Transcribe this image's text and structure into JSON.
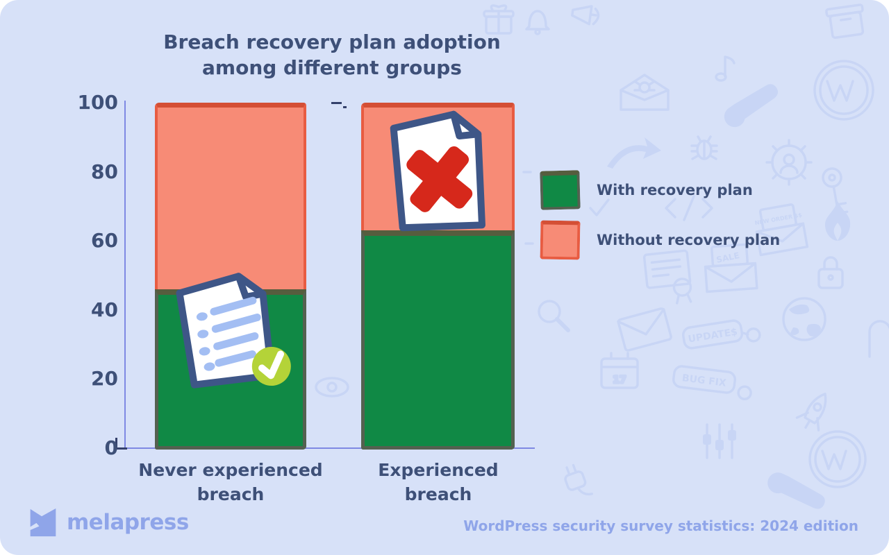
{
  "title": {
    "line1": "Breach recovery plan adoption",
    "line2": "among different groups"
  },
  "chart_data": {
    "type": "bar",
    "stacked": true,
    "units": "percent",
    "categories": [
      "Never experienced breach",
      "Experienced breach"
    ],
    "series": [
      {
        "name": "With recovery plan",
        "color": "#108945",
        "values": [
          46,
          63
        ]
      },
      {
        "name": "Without recovery plan",
        "color": "#f78b76",
        "values": [
          54,
          37
        ]
      }
    ],
    "xlabel": "",
    "ylabel": "",
    "ylim": [
      0,
      100
    ],
    "yticks": [
      0,
      20,
      40,
      60,
      80,
      100
    ],
    "grid": false,
    "legend_position": "right"
  },
  "legend": {
    "items": [
      {
        "label": "With recovery plan",
        "swatch": "green"
      },
      {
        "label": "Without recovery plan",
        "swatch": "salmon"
      }
    ]
  },
  "footer": {
    "brand": "melapress",
    "brand_icon": "melapress-logo-icon",
    "note": "WordPress security survey statistics: 2024 edition"
  },
  "illustrations": [
    {
      "icon": "approved-checklist-document-icon",
      "desc": "white page with list lines and green check badge, on green segment of first bar"
    },
    {
      "icon": "rejected-document-icon",
      "desc": "white page with red cross, on salmon segment of second bar"
    }
  ],
  "background_icons": [
    "gift-icon",
    "bell-icon",
    "megaphone-icon",
    "music-note-icon",
    "box-icon",
    "wordpress-logo-icon",
    "wrench-icon",
    "gear-icon",
    "key-icon",
    "open-envelope-bug-icon",
    "bug-icon",
    "arrow-icon",
    "code-brackets-icon",
    "new-order-envelope-icon",
    "flame-icon",
    "certificate-icon",
    "sale-envelope-icon",
    "padlock-icon",
    "checkmark-icon",
    "envelope-icon",
    "updates-tag-icon",
    "globe-icon",
    "hook-icon",
    "calendar-icon",
    "bug-fix-tag-icon",
    "eye-icon",
    "rocket-icon",
    "sliders-icon",
    "plug-icon",
    "magnifier-icon"
  ],
  "background_labels": {
    "new_order": "NEW ORDER $$",
    "sale": "SALE",
    "updates": "UPDATE$",
    "bugfix": "BUG FIX",
    "calendar_day": "17"
  },
  "colors": {
    "card": "#d7e1f8",
    "doodle": "#bdcdf3",
    "ink": "#3e5078",
    "soft": "#8fa5e9",
    "axis": "#7e88e3",
    "tickDark": "#33406b",
    "green": "#108945",
    "greenEdge": "#546150",
    "greenDark": "#565d3e",
    "salmon": "#f78b76",
    "salmonEdge": "#e85c42",
    "salmonDark": "#d44f35",
    "paper": "#ffffff",
    "paperEdge": "#3e5687",
    "paperLine": "#a3bef3",
    "check": "#b4d338",
    "cross": "#d6281b"
  }
}
